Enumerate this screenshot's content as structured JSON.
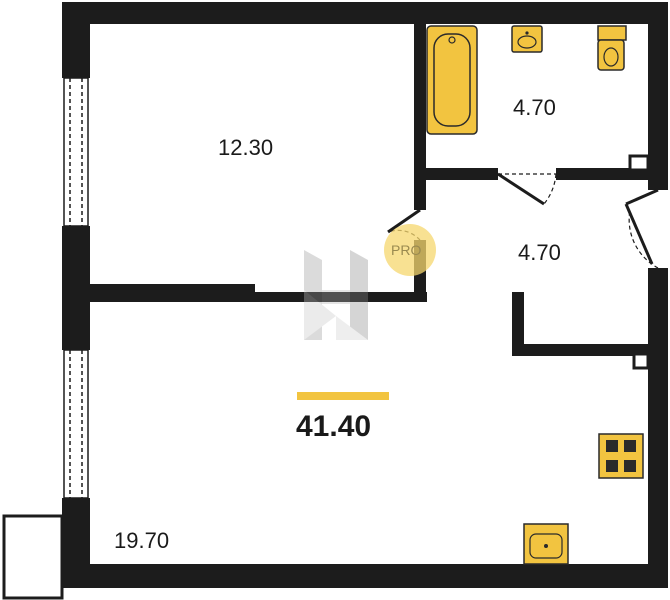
{
  "plan": {
    "total_area": "41.40",
    "rooms": [
      {
        "id": "bedroom",
        "area": "12.30"
      },
      {
        "id": "bathroom",
        "area": "4.70"
      },
      {
        "id": "hallway",
        "area": "4.70"
      },
      {
        "id": "living-kitchen",
        "area": "19.70"
      }
    ],
    "badge": "PRO",
    "colors": {
      "wall": "#1c1c1c",
      "fixture": "#f2c440",
      "fixture_stroke": "#2a2a2a",
      "accent_bar": "#f2c440",
      "badge": "#f5d76e",
      "window": "#ffffff"
    },
    "icons": [
      "bathtub-icon",
      "sink-icon",
      "toilet-icon",
      "stove-icon",
      "kitchen-sink-icon",
      "logo-mark-icon"
    ]
  }
}
